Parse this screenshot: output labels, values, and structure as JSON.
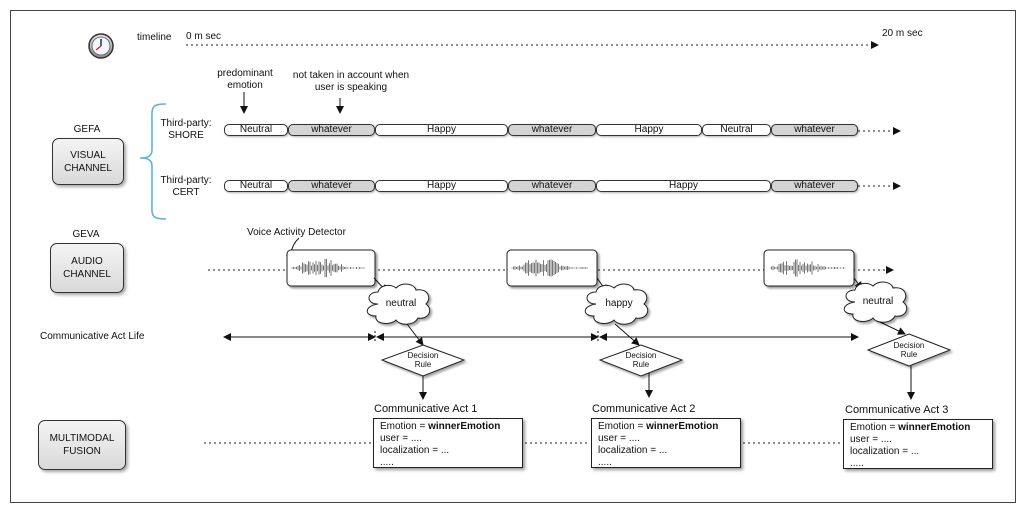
{
  "timeline": {
    "label": "timeline",
    "start": "0 m sec",
    "end": "20 m sec",
    "clock_icon": "clock-icon"
  },
  "annotations": {
    "predominant": "predominant\nemotion",
    "not_taken": "not taken in account when\nuser is speaking",
    "vad": "Voice Activity Detector"
  },
  "gefa": {
    "title": "GEFA",
    "box": "VISUAL\nCHANNEL",
    "tracks": [
      {
        "label": "Third-party:\nSHORE",
        "segments": [
          "Neutral",
          "whatever",
          "Happy",
          "whatever",
          "Happy",
          "Neutral",
          "whatever"
        ]
      },
      {
        "label": "Third-party:\nCERT",
        "segments": [
          "Neutral",
          "whatever",
          "Happy",
          "whatever",
          "Happy",
          "whatever"
        ]
      }
    ]
  },
  "geva": {
    "title": "GEVA",
    "box": "AUDIO\nCHANNEL"
  },
  "clouds": [
    "neutral",
    "happy",
    "neutral"
  ],
  "comm_act_life": "Communicative Act Life",
  "decision": "Decision\nRule",
  "fusion": {
    "box": "MULTIMODAL\nFUSION",
    "acts": [
      {
        "title": "Communicative Act 1",
        "emotion_prefix": "Emotion = ",
        "emotion_value": "winnerEmotion",
        "user": "user = ....",
        "localization": "localization = ...",
        "more": "....."
      },
      {
        "title": "Communicative Act 2",
        "emotion_prefix": "Emotion = ",
        "emotion_value": "winnerEmotion",
        "user": "user = ....",
        "localization": "localization = ...",
        "more": "....."
      },
      {
        "title": "Communicative Act 3",
        "emotion_prefix": "Emotion = ",
        "emotion_value": "winnerEmotion",
        "user": "user = ....",
        "localization": "localization = ...",
        "more": "....."
      }
    ]
  },
  "colors": {
    "brace": "#5ab4e0",
    "grey_segment": "#d4d4d4",
    "waveform": "#555555"
  }
}
